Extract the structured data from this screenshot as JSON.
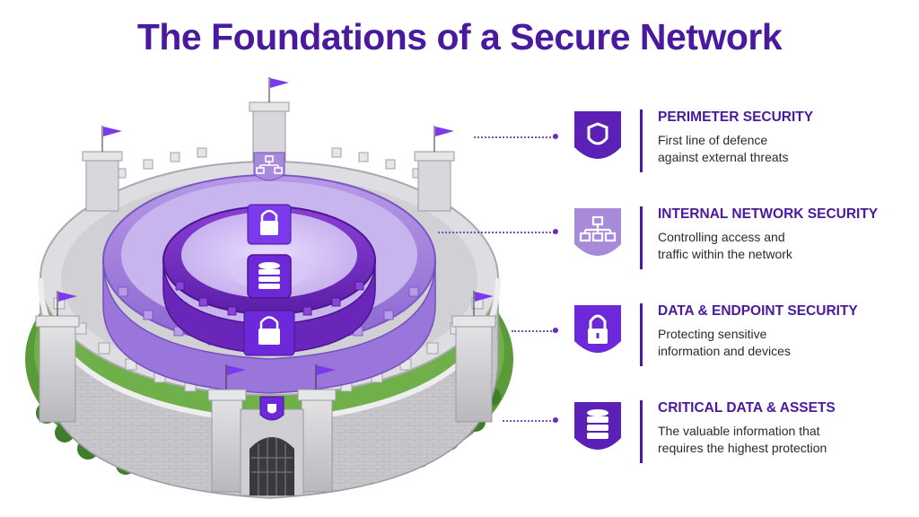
{
  "title": "The Foundations of a Secure Network",
  "colors": {
    "deep_purple": "#5b21b6",
    "mid_purple": "#7c3aed",
    "light_purple": "#a78bda",
    "title_purple": "#4a1a9e",
    "stone": "#d4d4d8",
    "grass": "#5a9a3a"
  },
  "legend": [
    {
      "title": "PERIMETER SECURITY",
      "desc": [
        "First line of defence",
        "against external threats"
      ],
      "icon": "shield-icon",
      "color": "#5b21b6"
    },
    {
      "title": "INTERNAL NETWORK SECURITY",
      "desc": [
        "Controlling access and",
        "traffic within the network"
      ],
      "icon": "network-hierarchy-icon",
      "color": "#a78bda"
    },
    {
      "title": "DATA & ENDPOINT SECURITY",
      "desc": [
        "Protecting sensitive",
        "information and devices"
      ],
      "icon": "padlock-icon",
      "color": "#6d28d9"
    },
    {
      "title": "CRITICAL DATA & ASSETS",
      "desc": [
        "The valuable information that",
        "requires the highest protection"
      ],
      "icon": "database-icon",
      "color": "#5b21b6"
    }
  ]
}
